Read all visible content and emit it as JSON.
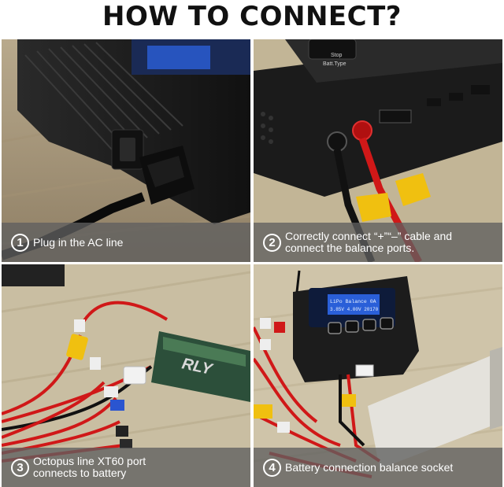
{
  "title": "HOW TO CONNECT?",
  "panels": [
    {
      "number": "1",
      "caption": "Plug in the AC line"
    },
    {
      "number": "2",
      "caption": "Correctly connect “+”“–” cable and\nconnect the balance ports."
    },
    {
      "number": "3",
      "caption": "Octopus line XT60 port\nconnects to battery"
    },
    {
      "number": "4",
      "caption": "Battery connection balance socket"
    }
  ],
  "photo_text": {
    "charger_button_stop": "Stop",
    "charger_button_batt": "Batt.Type",
    "lcd_line1": "LiPo Balance 0A",
    "lcd_line2": "3.85V 4.00V 20170",
    "battery_brand": "RLY"
  },
  "colors": {
    "caption_bg": "#5f5f5f",
    "cable_red": "#d01818",
    "xt60_yellow": "#f0c010",
    "charger_black": "#1c1c1c",
    "lcd_blue": "#2a5fd8"
  }
}
